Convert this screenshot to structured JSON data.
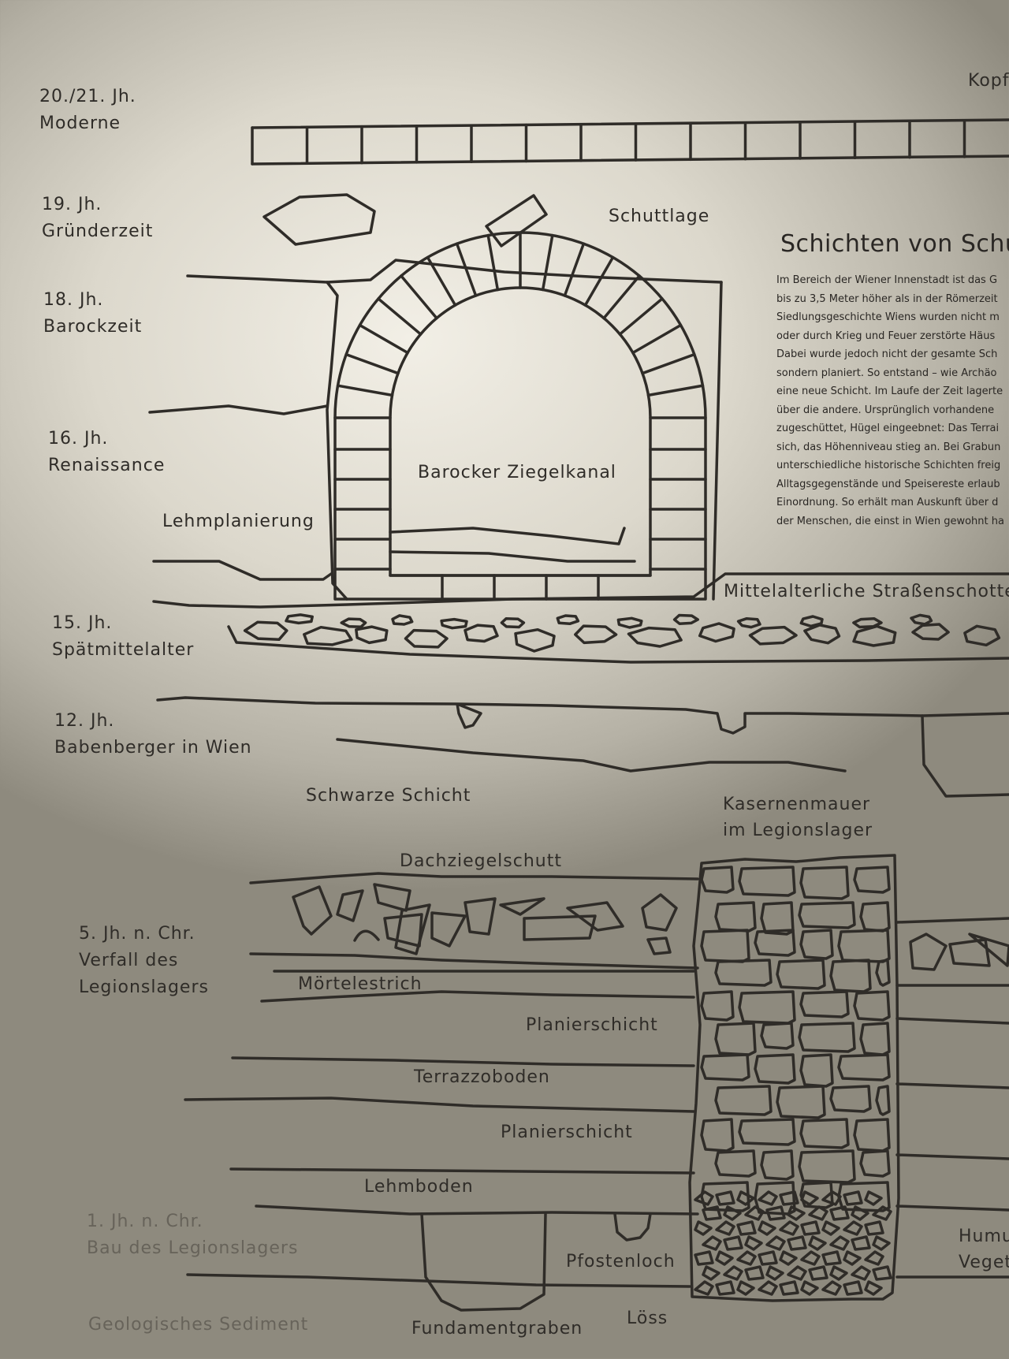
{
  "eras": [
    {
      "century": "20./21. Jh.",
      "name": "Moderne"
    },
    {
      "century": "19. Jh.",
      "name": "Gründerzeit"
    },
    {
      "century": "18. Jh.",
      "name": "Barockzeit"
    },
    {
      "century": "16. Jh.",
      "name": "Renaissance"
    },
    {
      "century": "15. Jh.",
      "name": "Spätmittelalter"
    },
    {
      "century": "12. Jh.",
      "name": "Babenberger in Wien"
    },
    {
      "century": "5. Jh. n. Chr.",
      "name": "Verfall des",
      "name2": "Legionslagers"
    },
    {
      "century": "1. Jh. n. Chr.",
      "name": "Bau des Legionslagers"
    }
  ],
  "corner_label": "Kopf",
  "layer_labels": {
    "schuttlage": "Schuttlage",
    "ziegelkanal": "Barocker Ziegelkanal",
    "lehmplanierung": "Lehmplanierung",
    "strassenschotter": "Mittelalterliche Straßenschotte",
    "schwarze_schicht": "Schwarze Schicht",
    "kasernenmauer_1": "Kasernenmauer",
    "kasernenmauer_2": "im Legionslager",
    "dachziegelschutt": "Dachziegelschutt",
    "moertelestrich": "Mörtelestrich",
    "planierschicht_1": "Planierschicht",
    "terrazzoboden": "Terrazzoboden",
    "planierschicht_2": "Planierschicht",
    "lehmboden": "Lehmboden",
    "pfostenloch": "Pfostenloch",
    "fundamentgraben": "Fundamentgraben",
    "loess": "Löss",
    "geologisch": "Geologisches Sediment",
    "humus_1": "Humu",
    "humus_2": "Veget"
  },
  "info_panel": {
    "title": "Schichten von Schu",
    "lines": [
      "Im Bereich der Wiener Innenstadt ist das G",
      "bis zu 3,5 Meter höher als in der Römerzeit",
      "Siedlungsgeschichte Wiens wurden nicht m",
      "oder durch Krieg und Feuer zerstörte Häus",
      "Dabei wurde jedoch nicht der gesamte Sch",
      "sondern planiert. So entstand – wie Archäo",
      "eine neue Schicht. Im Laufe der Zeit lagerte",
      "über die andere. Ursprünglich vorhandene",
      "zugeschüttet, Hügel eingeebnet: Das Terrai",
      "sich, das Höhenniveau stieg an. Bei Grabun",
      "unterschiedliche historische Schichten freig",
      "Alltagsgegenstände und Speisereste erlaub",
      "Einordnung. So erhält man Auskunft über d",
      "der Menschen, die einst in Wien gewohnt ha"
    ]
  },
  "colors": {
    "line": "#2f2c28",
    "wall": "#d6d2c6"
  }
}
